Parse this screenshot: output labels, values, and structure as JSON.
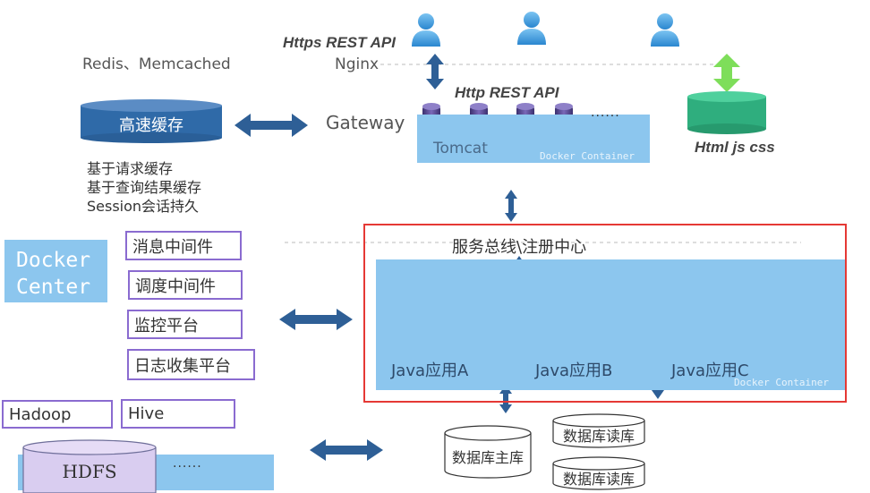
{
  "top": {
    "https_api": "Https REST API",
    "nginx": "Nginx",
    "http_api": "Http REST API",
    "gateway": "Gateway",
    "tomcat": "Tomcat",
    "docker_container": "Docker Container",
    "dots": "······",
    "static_store": "Html js css"
  },
  "cache": {
    "caption": "Redis、Memcached",
    "label": "高速缓存",
    "notes": [
      "基于请求缓存",
      "基于查询结果缓存",
      "Session会话持久"
    ]
  },
  "docker_center": {
    "line1": "Docker",
    "line2": "Center"
  },
  "middleware": [
    "消息中间件",
    "调度中间件",
    "监控平台",
    "日志收集平台"
  ],
  "bus": {
    "title": "服务总线\\注册中心",
    "apps": [
      "Java应用A",
      "Java应用B",
      "Java应用C"
    ],
    "docker_container": "Docker Container"
  },
  "bigdata": {
    "hadoop": "Hadoop",
    "hive": "Hive",
    "hdfs": "HDFS",
    "dots": "······"
  },
  "db": {
    "master": "数据库主库",
    "replica1": "数据库读库",
    "replica2": "数据库读库"
  },
  "colors": {
    "panel": "#8cc6ee",
    "arrow": "#2e5f96",
    "highlight": "#e53935",
    "box_border": "#8a6bd0"
  }
}
